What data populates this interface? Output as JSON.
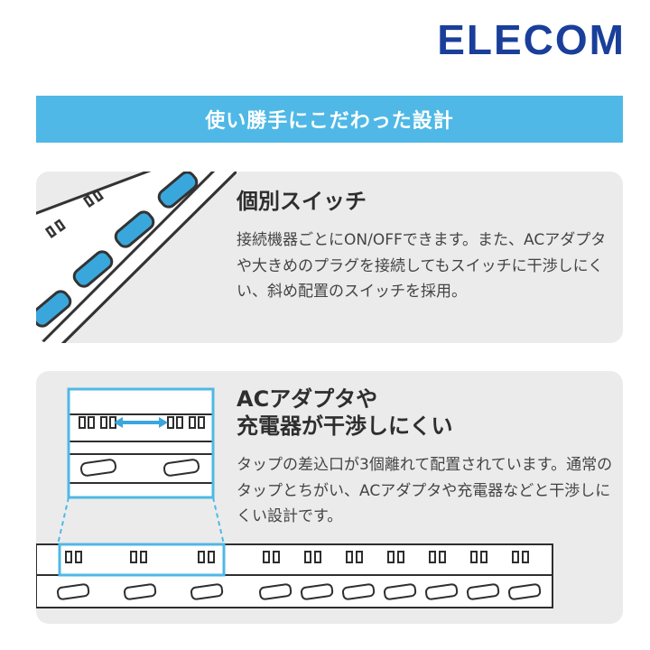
{
  "brand": {
    "logo_text": "ELECOM",
    "logo_color": "#1a3f9a"
  },
  "banner": {
    "text": "使い勝手にこだわった設計",
    "color": "#4fb8e6"
  },
  "features": [
    {
      "title": "個別スイッチ",
      "body": "接続機器ごとにON/OFFできます。また、ACアダプタや大きめのプラグを接続してもスイッチに干渉しにくい、斜め配置のスイッチを採用。",
      "icon": "diagonal-switch-strip-illustration"
    },
    {
      "title": "ACアダプタや\n充電器が干渉しにくい",
      "body": "タップの差込口が3個離れて配置されています。通常のタップとちがい、ACアダプタや充電器などと干渉しにくい設計です。",
      "icon": "spaced-outlet-strip-illustration"
    }
  ],
  "colors": {
    "accent": "#4fb8e6",
    "card_bg": "#ebebeb",
    "switch_blue": "#3aa7dc"
  }
}
